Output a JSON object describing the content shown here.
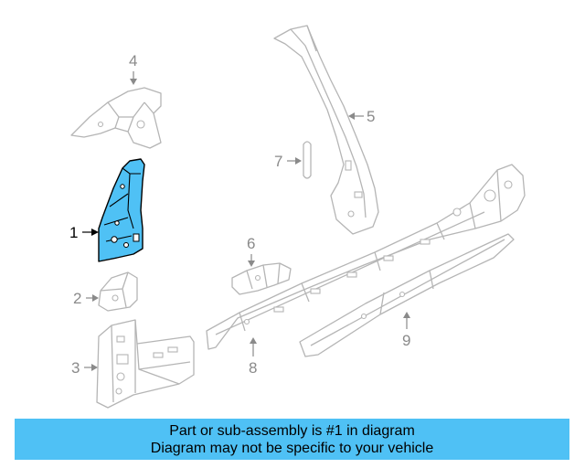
{
  "callouts": [
    {
      "id": "1",
      "label": "1"
    },
    {
      "id": "2",
      "label": "2"
    },
    {
      "id": "3",
      "label": "3"
    },
    {
      "id": "4",
      "label": "4"
    },
    {
      "id": "5",
      "label": "5"
    },
    {
      "id": "6",
      "label": "6"
    },
    {
      "id": "7",
      "label": "7"
    },
    {
      "id": "8",
      "label": "8"
    },
    {
      "id": "9",
      "label": "9"
    }
  ],
  "highlighted_part": "1",
  "colors": {
    "highlight_fill": "#4fc1f5",
    "banner_background": "#4fc1f5",
    "part_outline": "#b5b5b5",
    "callout_text": "#8a8a8a"
  },
  "banner": {
    "line1": "Part or sub-assembly is #1 in diagram",
    "line2": "Diagram may not be specific to your vehicle"
  }
}
